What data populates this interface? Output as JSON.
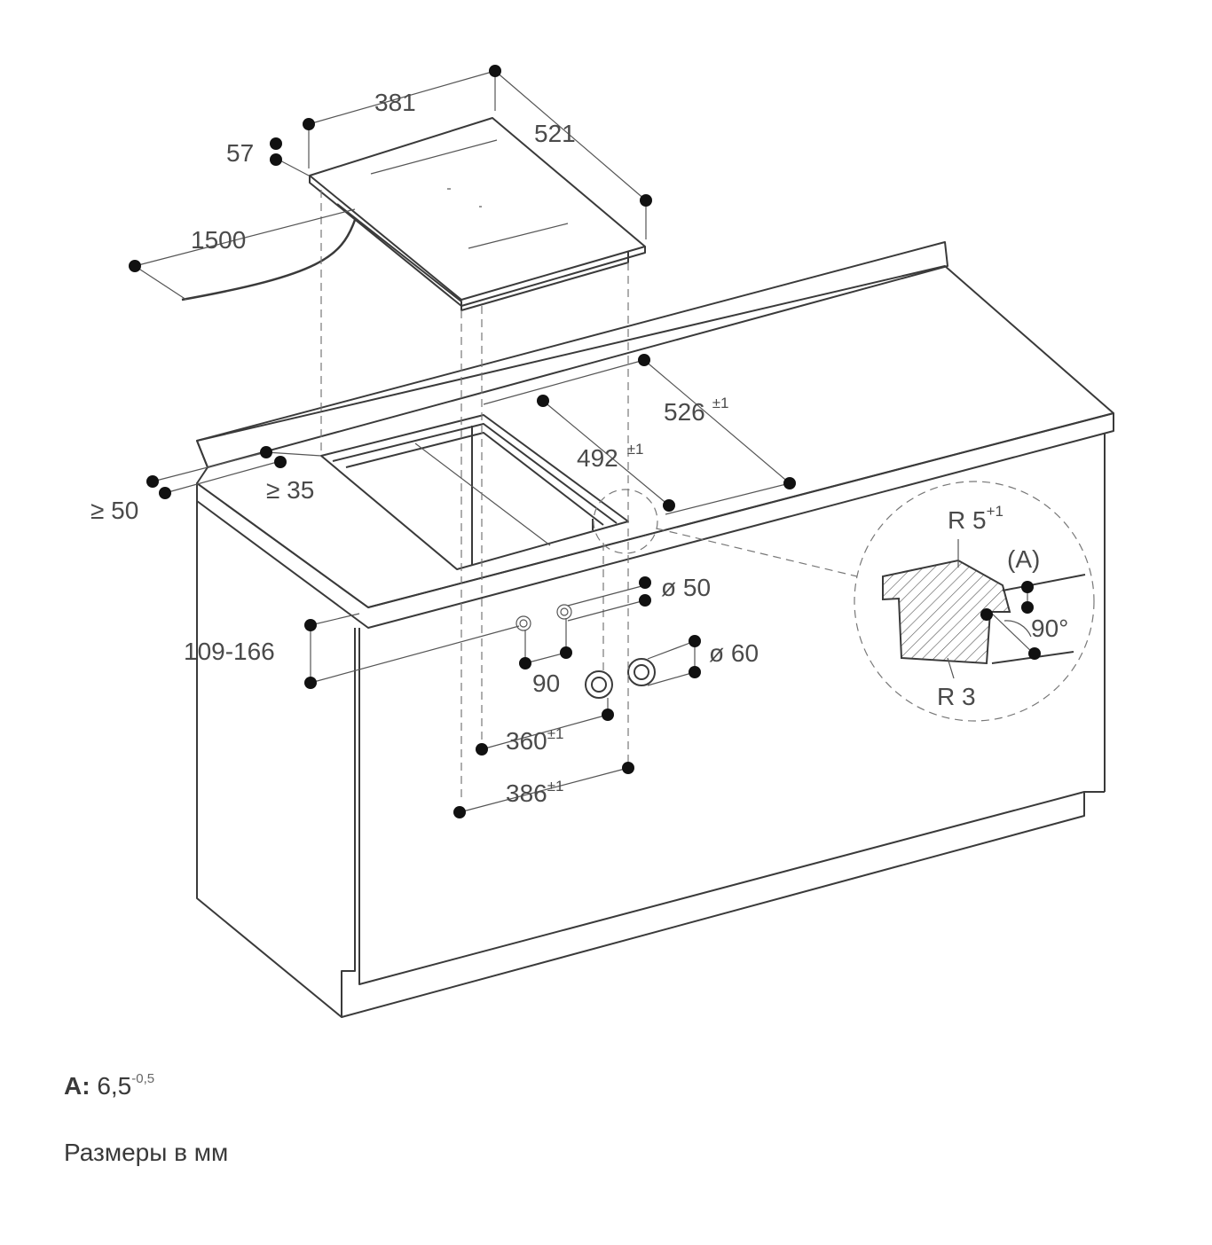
{
  "labels": {
    "d381": "381",
    "d521": "521",
    "d57": "57",
    "d1500": "1500",
    "d526": "526",
    "d526_tol": "±1",
    "d492": "492",
    "d492_tol": "±1",
    "d50min": "≥ 50",
    "d35min": "≥ 35",
    "d109": "109-166",
    "dia50": "ø 50",
    "dia60": "ø 60",
    "d90": "90",
    "d360": "360",
    "d360_tol": "±1",
    "d386": "386",
    "d386_tol": "±1",
    "r5": "R 5",
    "r5_tol": "+1",
    "detail_a": "(A)",
    "angle90": "90°",
    "r3": "R 3"
  },
  "legend": {
    "a_key": "A:",
    "a_value": "6,5",
    "a_tol": "-0,5",
    "units": "Размеры в мм"
  }
}
